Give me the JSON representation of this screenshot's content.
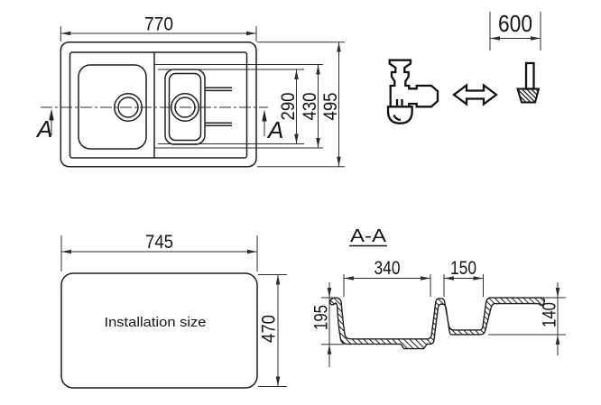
{
  "top_view": {
    "dim_width": "770",
    "dim_bowl_width": "290",
    "dim_mid": "430",
    "dim_depth": "495",
    "section_marker_left": "A",
    "section_marker_right": "A"
  },
  "tap_unit": {
    "dim_clearance": "600"
  },
  "installation": {
    "label": "Installation size",
    "dim_width": "745",
    "dim_height": "470"
  },
  "section": {
    "title": "A-A",
    "dim_main_bowl": "340",
    "dim_half_bowl": "150",
    "dim_main_depth": "195",
    "dim_half_depth": "140"
  }
}
